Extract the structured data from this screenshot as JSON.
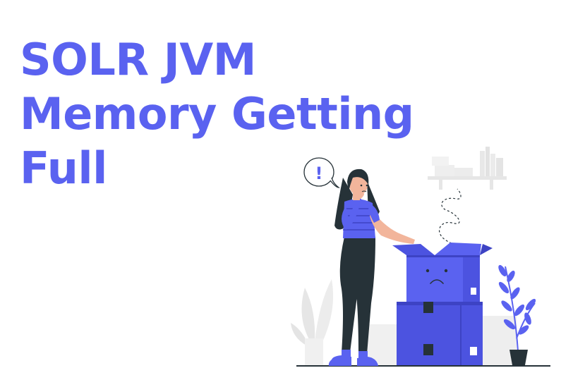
{
  "article": {
    "title_lines": [
      "SOLR JVM",
      "Memory Getting",
      "Full"
    ]
  },
  "illustration": {
    "speech_bubble_text": "!",
    "accent_color": "#5a62f0",
    "box_color": "#4c53e0",
    "dark_color": "#263238",
    "shelf_color": "#e6e6e6"
  }
}
